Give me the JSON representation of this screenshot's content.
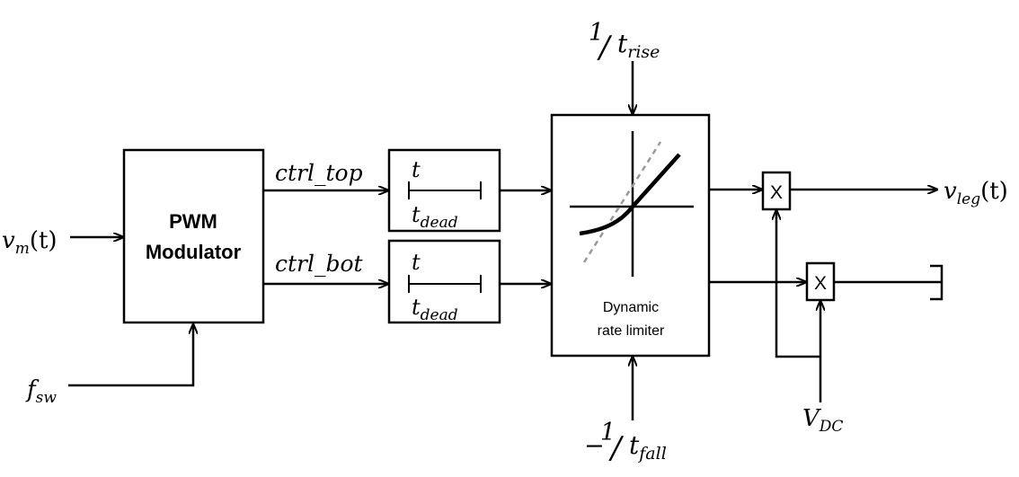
{
  "inputs": {
    "vm": {
      "base": "v",
      "sub": "m",
      "suffix": "(t)"
    },
    "fsw": {
      "base": "f",
      "sub": "sw"
    },
    "vdc": {
      "base": "V",
      "sub": "DC"
    }
  },
  "pwm": {
    "line1": "PWM",
    "line2": "Modulator"
  },
  "signals": {
    "ctrl_top": "ctrl_top",
    "ctrl_bot": "ctrl_bot"
  },
  "dead_time": {
    "t": "t",
    "base": "t",
    "sub": "dead"
  },
  "limiter": {
    "line1": "Dynamic",
    "line2": "rate limiter",
    "rise": {
      "num": "1",
      "slash": "/",
      "base": "t",
      "sub": "rise"
    },
    "fall": {
      "minus": "−",
      "num": "1",
      "slash": "/",
      "base": "t",
      "sub": "fall"
    }
  },
  "multipliers": {
    "symbol": "X"
  },
  "output": {
    "base": "v",
    "sub": "leg",
    "suffix": "(t)"
  }
}
